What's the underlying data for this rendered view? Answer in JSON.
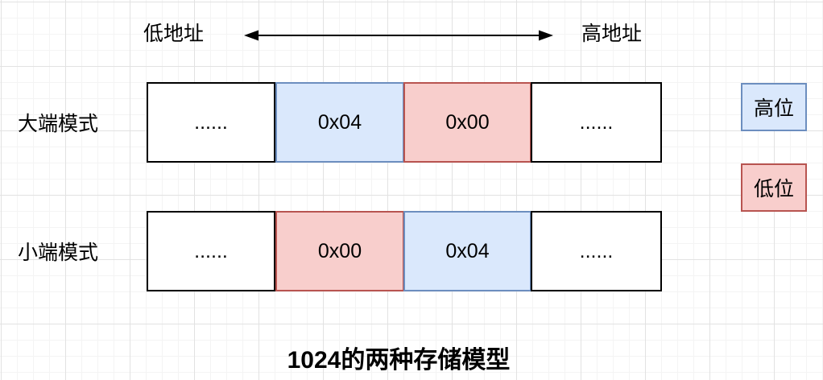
{
  "diagram": {
    "title": "1024的两种存储模型",
    "address_axis": {
      "low_label": "低地址",
      "high_label": "高地址",
      "arrow": "double-headed"
    },
    "rows": [
      {
        "label": "大端模式",
        "cells": [
          {
            "text": "......",
            "type": "plain"
          },
          {
            "text": "0x04",
            "type": "high"
          },
          {
            "text": "0x00",
            "type": "low"
          },
          {
            "text": "......",
            "type": "plain"
          }
        ]
      },
      {
        "label": "小端模式",
        "cells": [
          {
            "text": "......",
            "type": "plain"
          },
          {
            "text": "0x00",
            "type": "low"
          },
          {
            "text": "0x04",
            "type": "high"
          },
          {
            "text": "......",
            "type": "plain"
          }
        ]
      }
    ],
    "legend": [
      {
        "label": "高位",
        "type": "high"
      },
      {
        "label": "低位",
        "type": "low"
      }
    ],
    "colors": {
      "high_fill": "#dae8fc",
      "high_stroke": "#6c8ebf",
      "low_fill": "#f8cecc",
      "low_stroke": "#b85450",
      "plain_fill": "#ffffff",
      "plain_stroke": "#000000",
      "arrow": "#000000",
      "grid_minor": "#f4f4f4",
      "grid_major": "#e2e2e2"
    }
  }
}
